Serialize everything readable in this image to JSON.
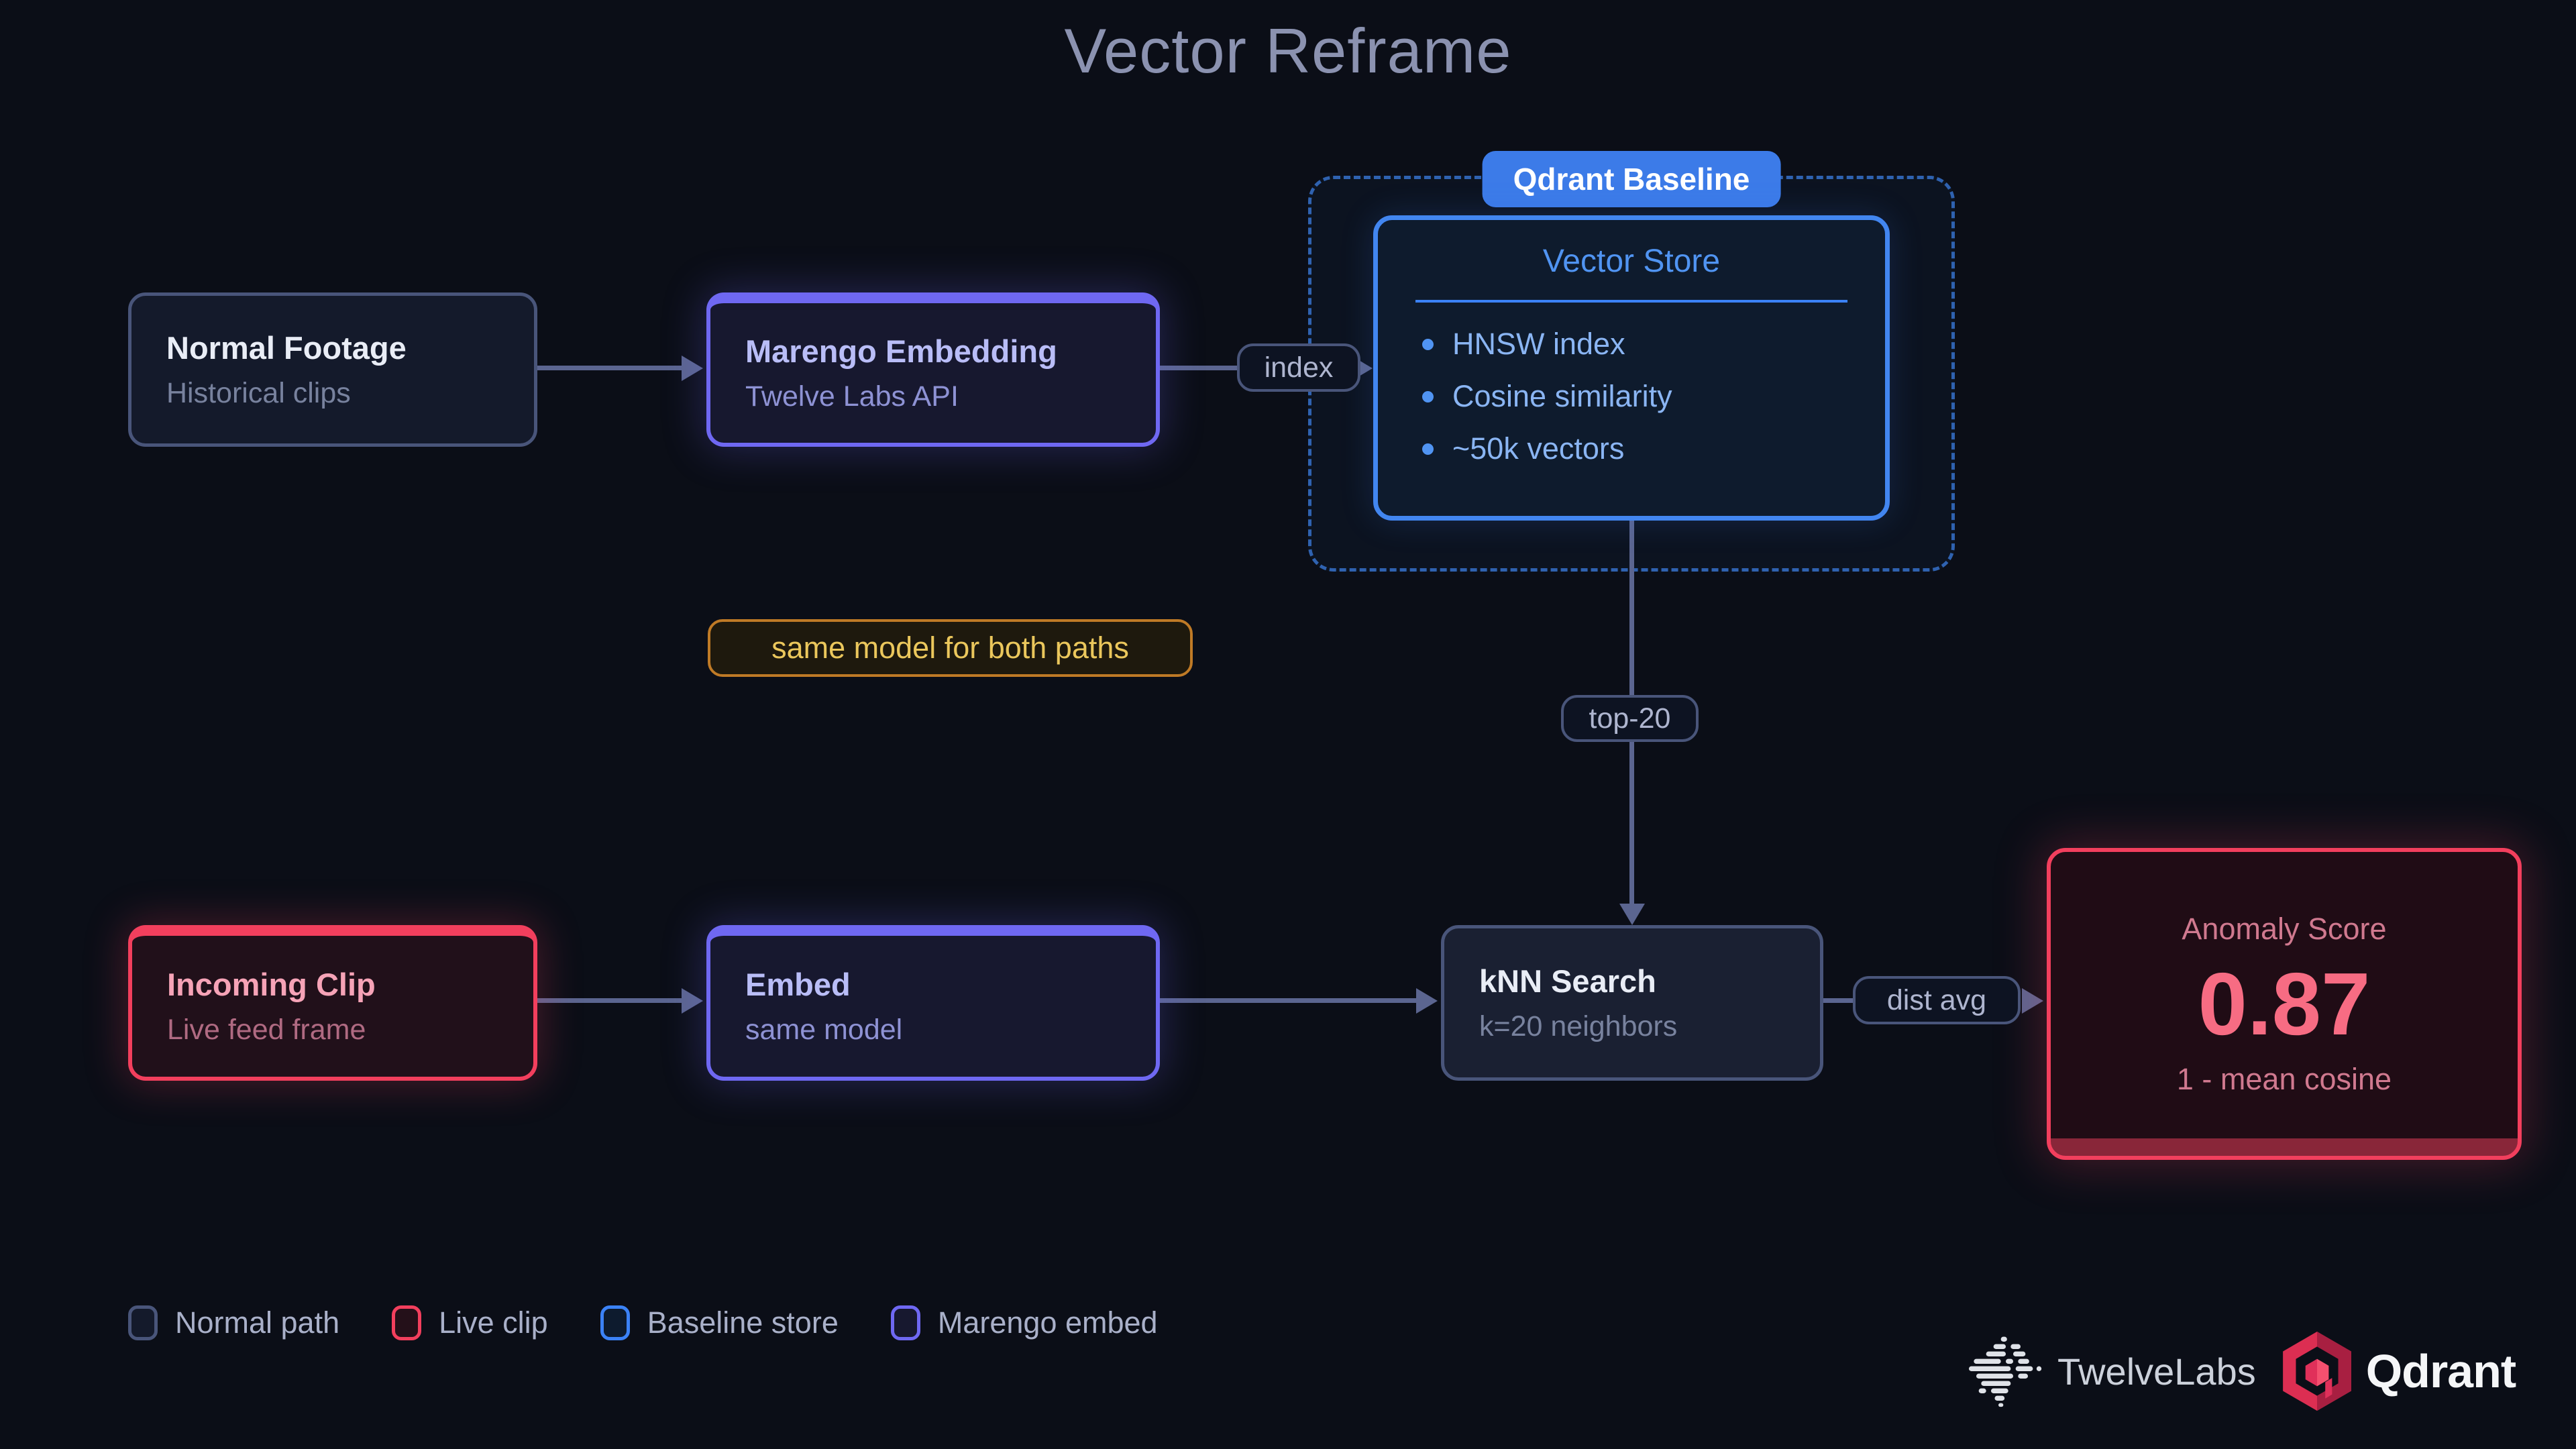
{
  "title": "Vector Reframe",
  "group": {
    "badge": "Qdrant Baseline"
  },
  "nodes": {
    "normal_footage": {
      "title": "Normal Footage",
      "subtitle": "Historical clips"
    },
    "marengo": {
      "title": "Marengo Embedding",
      "subtitle": "Twelve Labs API"
    },
    "vector_store": {
      "title": "Vector Store",
      "items": [
        "HNSW index",
        "Cosine similarity",
        "~50k vectors"
      ]
    },
    "incoming_clip": {
      "title": "Incoming Clip",
      "subtitle": "Live feed frame"
    },
    "embed": {
      "title": "Embed",
      "subtitle": "same model"
    },
    "knn": {
      "title": "kNN Search",
      "subtitle": "k=20 neighbors"
    },
    "anomaly": {
      "title": "Anomaly Score",
      "value": "0.87",
      "subtitle": "1 - mean cosine"
    }
  },
  "edges": {
    "index": "index",
    "top20": "top-20",
    "dist_avg": "dist avg"
  },
  "note": "same model for both paths",
  "legend": [
    {
      "label": "Normal path",
      "color": "#49557a"
    },
    {
      "label": "Live clip",
      "color": "#f23f5d"
    },
    {
      "label": "Baseline store",
      "color": "#3b82f6"
    },
    {
      "label": "Marengo embed",
      "color": "#6f68f2"
    }
  ],
  "footer": {
    "twelvelabs": "TwelveLabs",
    "qdrant": "Qdrant"
  },
  "colors": {
    "background": "#0b0e17",
    "title_text": "#8b92b0",
    "slate_border": "#49557a",
    "purple_accent": "#6f68f2",
    "rose_accent": "#f23f5d",
    "blue_accent": "#3b82f6",
    "badge_blue": "#3c7be8",
    "orange_note": "#bf7a26",
    "arrow": "#5b6590"
  }
}
